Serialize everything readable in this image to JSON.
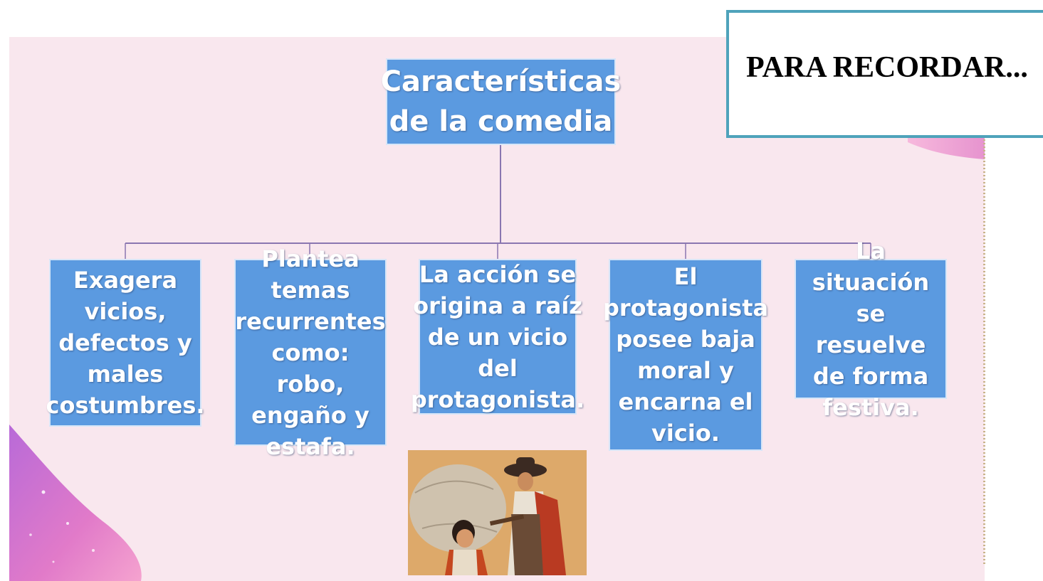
{
  "header": {
    "recordar": "PARA RECORDAR..."
  },
  "diagram": {
    "root": "Características de la comedia",
    "children": [
      "Exagera vicios, defectos y males costumbres.",
      "Plantea temas recurrentes como: robo, engaño y estafa.",
      "La acción se origina a raíz de un vicio del protagonista.",
      "El protagonista posee baja moral y encarna el vicio.",
      "La situación se resuelve de forma festiva."
    ]
  },
  "colors": {
    "box_fill": "#5b9ae0",
    "line": "#8a76b0",
    "slide_bg": "#f9e7ee",
    "callout_border": "#4fa3bb"
  }
}
